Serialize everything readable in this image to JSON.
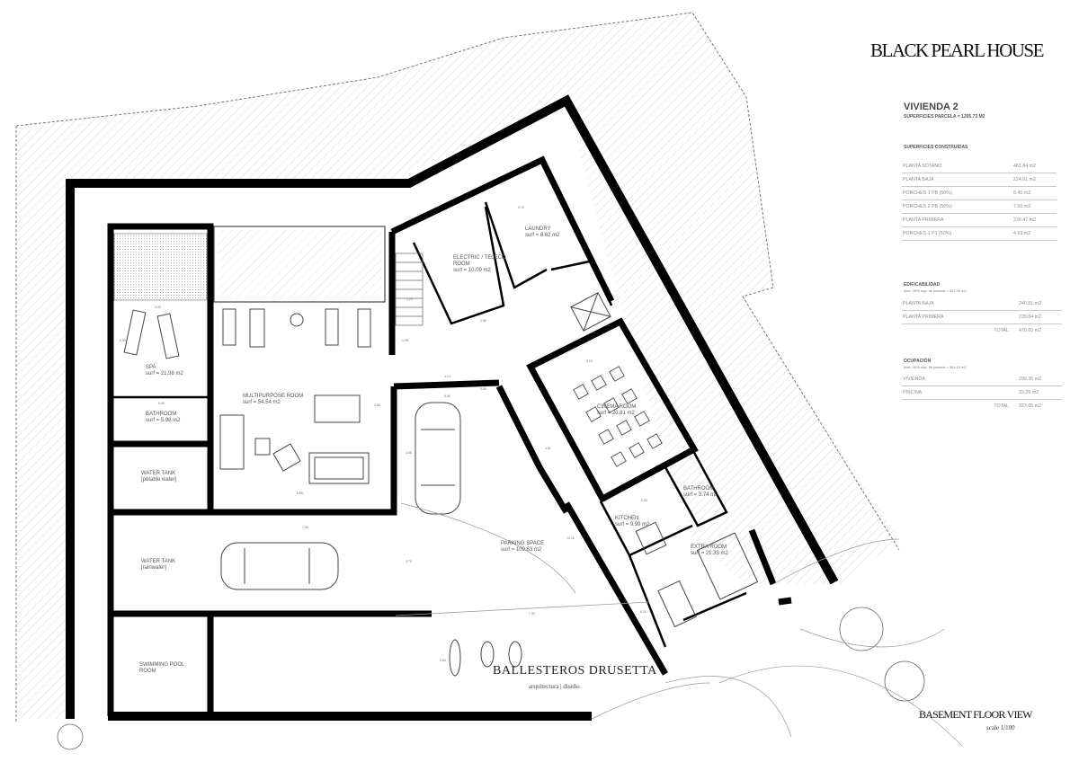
{
  "project_title": "BLACK PEARL HOUSE",
  "unit": {
    "name": "VIVIENDA 2",
    "plot_area": "SUPERFICIES PARCELA = 1205.73 M2"
  },
  "built_areas": {
    "heading": "SUPERFICIES CONSTRUIDAS",
    "rows": [
      {
        "label": "PLANTA SÓTANO",
        "value": "461.84 m2"
      },
      {
        "label": "PLANTA BAJA",
        "value": "224.91 m2"
      },
      {
        "label": "PORCHES 1 PB (50%)",
        "value": "8.40 m2"
      },
      {
        "label": "PORCHES 2 PB (50%)",
        "value": "7.50 m2"
      },
      {
        "label": "PLANTA PRIMERA",
        "value": "220.47 m2"
      },
      {
        "label": "PORCHES 1 P1 (50%)",
        "value": "4.93 m2"
      }
    ]
  },
  "buildability": {
    "heading": "EDIFICABILIDAD",
    "note": "máx. 35% sup. de parcela = 421.00 m2",
    "rows": [
      {
        "label": "PLANTA BAJA",
        "value": "240.81 m2"
      },
      {
        "label": "PLANTA PRIMERA",
        "value": "229.84 m2"
      }
    ],
    "total_label": "TOTAL",
    "total_value": "470.65 m2"
  },
  "occupation": {
    "heading": "OCUPACIÓN",
    "note": "máx. 30% sup. de parcela = 361.12 m2",
    "rows": [
      {
        "label": "VIVIENDA",
        "value": "290.36 m2"
      },
      {
        "label": "PISCINA",
        "value": "33.29 m2"
      }
    ],
    "total_label": "TOTAL",
    "total_value": "323.65 m2"
  },
  "rooms": {
    "spa": [
      "SPA",
      "surf = 21.98 m2"
    ],
    "bathroom": [
      "BATHROOM",
      "surf = 5.98 m2"
    ],
    "multipurpose": [
      "MULTIPURPOSE ROOM",
      "surf = 54.54 m2"
    ],
    "electric": [
      "ELECTRIC / TELECO",
      "ROOM",
      "surf = 10.09 m2"
    ],
    "laundry": [
      "LAUNDRY",
      "surf = 8.62 m2"
    ],
    "cinema": [
      "CINEMA ROOM",
      "surf = 20.81 m2"
    ],
    "bathroom2": [
      "BATHROOM",
      "surf = 3.74 m2"
    ],
    "kitchen": [
      "KITCHEN",
      "surf = 9.99 m2"
    ],
    "extra": [
      "EXTRA ROOM",
      "surf = 21.33 m2"
    ],
    "parking": [
      "PARKING SPACE",
      "surf = 109.63 m2"
    ],
    "tank_potable": [
      "WATER TANK",
      "[potable water]"
    ],
    "tank_rain": [
      "WATER TANK",
      "[rainwater]"
    ],
    "pool_room": [
      "SWIMMING POOL",
      "ROOM"
    ]
  },
  "dimensions": [
    "3.40",
    "5.30",
    "4.85",
    "1.80",
    "2.70",
    "1.20",
    "1.05",
    "4.14",
    "4.06",
    "0.80",
    "4.65",
    "7.25",
    "6.85",
    "3.70",
    "2.60",
    "7.30",
    "12.15",
    "4.81",
    "5.40",
    "6.15",
    "1.50",
    "3.10"
  ],
  "studio": {
    "name": "BALLESTEROS DRUSETTA",
    "tagline": "arquitectura | diseño"
  },
  "view": {
    "name": "BASEMENT FLOOR VIEW",
    "scale": "scale 1/100"
  }
}
